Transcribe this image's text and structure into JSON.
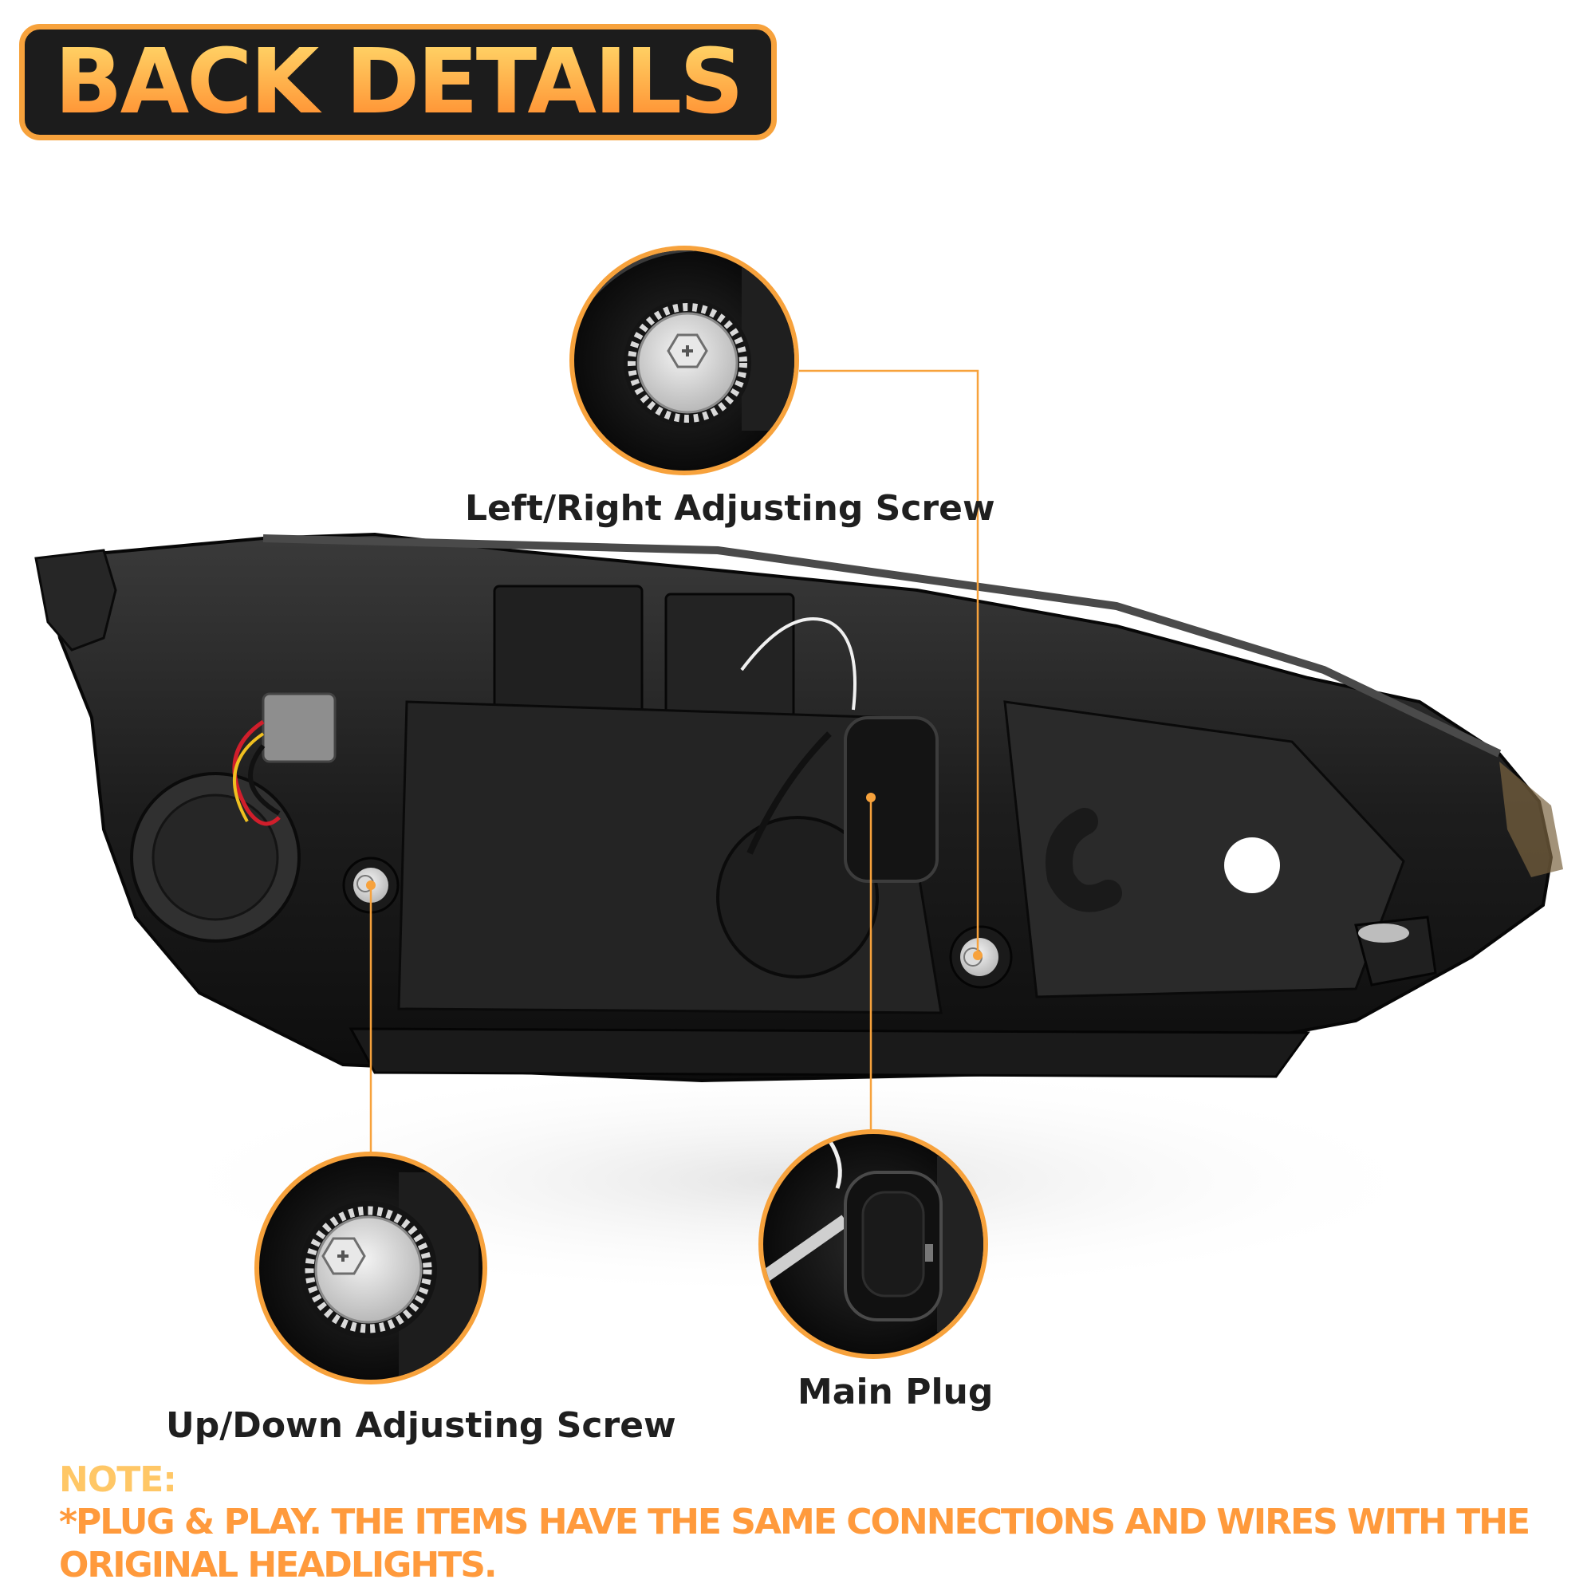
{
  "header": {
    "title": "BACK DETAILS"
  },
  "callouts": [
    {
      "label": "Left/Right Adjusting Screw"
    },
    {
      "label": "Up/Down Adjusting Screw"
    },
    {
      "label": "Main Plug"
    }
  ],
  "note": {
    "title": "NOTE:",
    "body": "*PLUG & PLAY. THE ITEMS HAVE THE SAME CONNECTIONS AND WIRES WITH THE ORIGINAL HEADLIGHTS."
  },
  "colors": {
    "accent_orange": "#f7a23c",
    "badge_dark": "#1c1c1c",
    "note_light": "#ffc766",
    "note_orange": "#ff9a3c"
  },
  "icons": [
    "screw-gear-icon",
    "main-plug-icon"
  ]
}
